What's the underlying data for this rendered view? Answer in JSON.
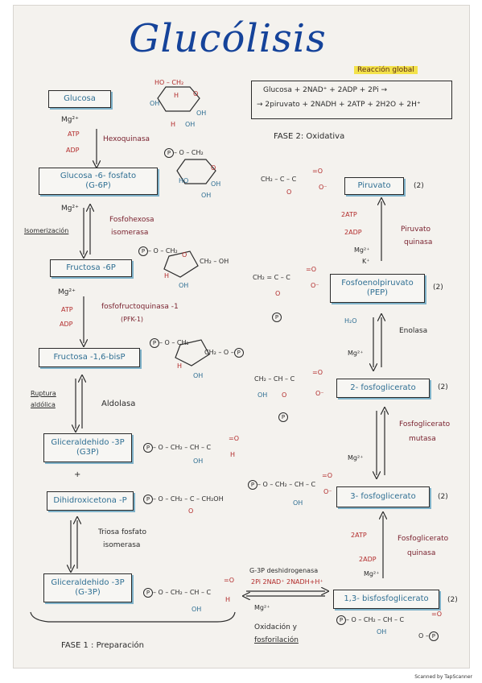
{
  "title": "Glucólisis",
  "global_reaction": {
    "label": "Reacción global",
    "line1": "Glucosa + 2NAD⁺ + 2ADP + 2Pi →",
    "line2": "→ 2piruvato + 2NADH + 2ATP + 2H2O + 2H⁺"
  },
  "phase1": {
    "label": "FASE 1 : Preparación"
  },
  "phase2": {
    "label": "FASE 2: Oxidativa"
  },
  "metabolites": {
    "glucosa": "Glucosa",
    "g6p_1": "Glucosa -6- fosfato",
    "g6p_2": "(G-6P)",
    "fructosa6p": "Fructosa -6P",
    "fructosa16": "Fructosa -1,6-bisP",
    "g3p_1": "Gliceraldehido -3P",
    "g3p_2": "(G3P)",
    "dhap": "Dihidroxicetona -P",
    "g3p_b1": "Gliceraldehido -3P",
    "g3p_b2": "(G-3P)",
    "piruvato": "Piruvato",
    "pep_1": "Fosfoenolpiruvato",
    "pep_2": "(PEP)",
    "pg2": "2- fosfoglicerato",
    "pg3": "3- fosfoglicerato",
    "bpg": "1,3- bisfosfoglicerato"
  },
  "enzymes": {
    "hexoquinasa": "Hexoquinasa",
    "fosfohexosa_1": "Fosfohexosa",
    "fosfohexosa_2": "isomerasa",
    "isomerizacion": "Isomerización",
    "pfk_1": "fosfofructoquinasa -1",
    "pfk_2": "(PFK-1)",
    "aldolasa": "Aldolasa",
    "ruptura_1": "Ruptura",
    "ruptura_2": "aldólica",
    "triosa_1": "Triosa fosfato",
    "triosa_2": "isomerasa",
    "g3pdh": "G-3P deshidrogenasa",
    "oxid_1": "Oxidación y",
    "oxid_2": "fosforilación",
    "piruvato_quinasa_1": "Piruvato",
    "piruvato_quinasa_2": "quinasa",
    "enolasa": "Enolasa",
    "mutasa_1": "Fosfoglicerato",
    "mutasa_2": "mutasa",
    "pgk_1": "Fosfoglicerato",
    "pgk_2": "quinasa"
  },
  "cofactors": {
    "mg": "Mg²⁺",
    "atp": "ATP",
    "adp": "ADP",
    "two_atp": "2ATP",
    "two_adp": "2ADP",
    "k": "K⁺",
    "h2o": "H₂O",
    "g3pdh_line": "2Pi  2NAD⁺  2NADH+H⁺",
    "two": "(2)",
    "plus": "+"
  },
  "structures": {
    "p": "P",
    "ring_top": "HO – CH₂",
    "ring_o": "O",
    "ring_h": "H",
    "ring_oh": "OH",
    "ring_ho": "HO",
    "p_o_ch2": "– O – CH₂",
    "ch2_oh": "CH₂ – OH",
    "ch2_o_p": "CH₂ – O –",
    "g3p_chain": "– O – CH₂ – CH – C",
    "dhap_chain": "– O – CH₂ – C – CH₂OH",
    "pyr_chain": "CH₂ – C – C",
    "pep_chain": "CH₂ = C – C",
    "pg2_chain": "CH₂ – CH – C",
    "pg3_chain": "– O – CH₂ – CH – C",
    "bpg_chain": "– O – CH₂ – CH – C",
    "o_dbl": "=O",
    "o_minus": "O⁻",
    "o": "O",
    "oh": "OH",
    "h": "H",
    "o_p": "O –"
  },
  "footer": "Scanned by TapScanner",
  "colors": {
    "blue": "#2f6f93",
    "red": "#b22b2b",
    "title": "#15439a",
    "highlight": "#f3e24a"
  }
}
